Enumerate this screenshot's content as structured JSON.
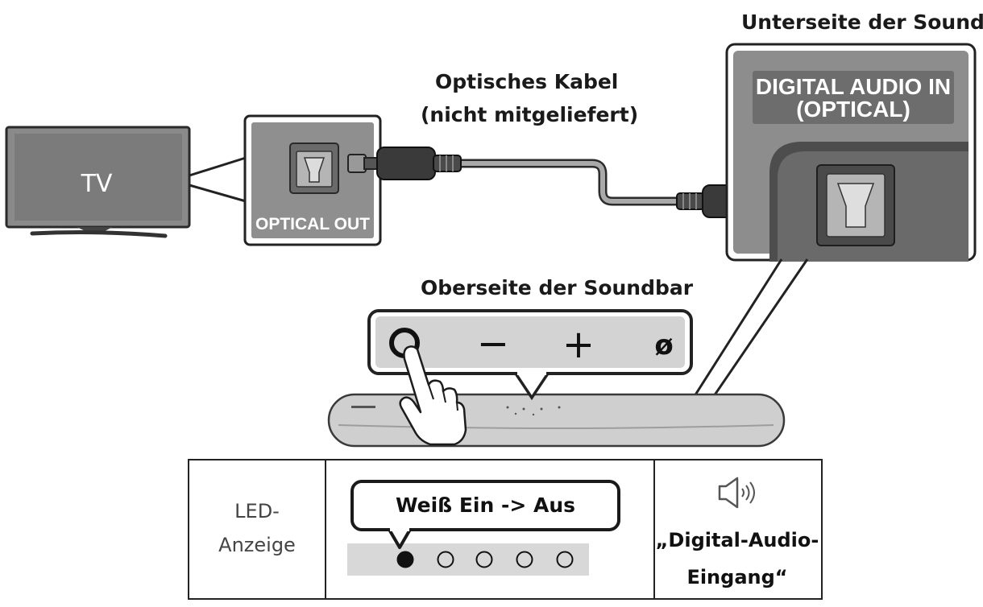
{
  "labels": {
    "tv": "TV",
    "optical_out": "OPTICAL OUT",
    "cable_line1": "Optisches Kabel",
    "cable_line2": "(nicht mitgeliefert)",
    "bottom_side": "Unterseite der Soundbar",
    "digital_in_line1": "DIGITAL AUDIO IN",
    "digital_in_line2": "(OPTICAL)",
    "top_side": "Oberseite der Soundbar"
  },
  "controls": {
    "minus": "−",
    "plus": "+",
    "mute": "ø"
  },
  "table": {
    "led_line1": "LED-",
    "led_line2": "Anzeige",
    "bubble": "Weiß Ein -> Aus",
    "leds": [
      true,
      false,
      false,
      false,
      false
    ],
    "input_line1": "„Digital-Audio-",
    "input_line2": "Eingang“"
  },
  "icons": {
    "button": "multi-function-button-icon",
    "hand": "pointing-hand-icon",
    "speaker": "speaker-icon"
  }
}
